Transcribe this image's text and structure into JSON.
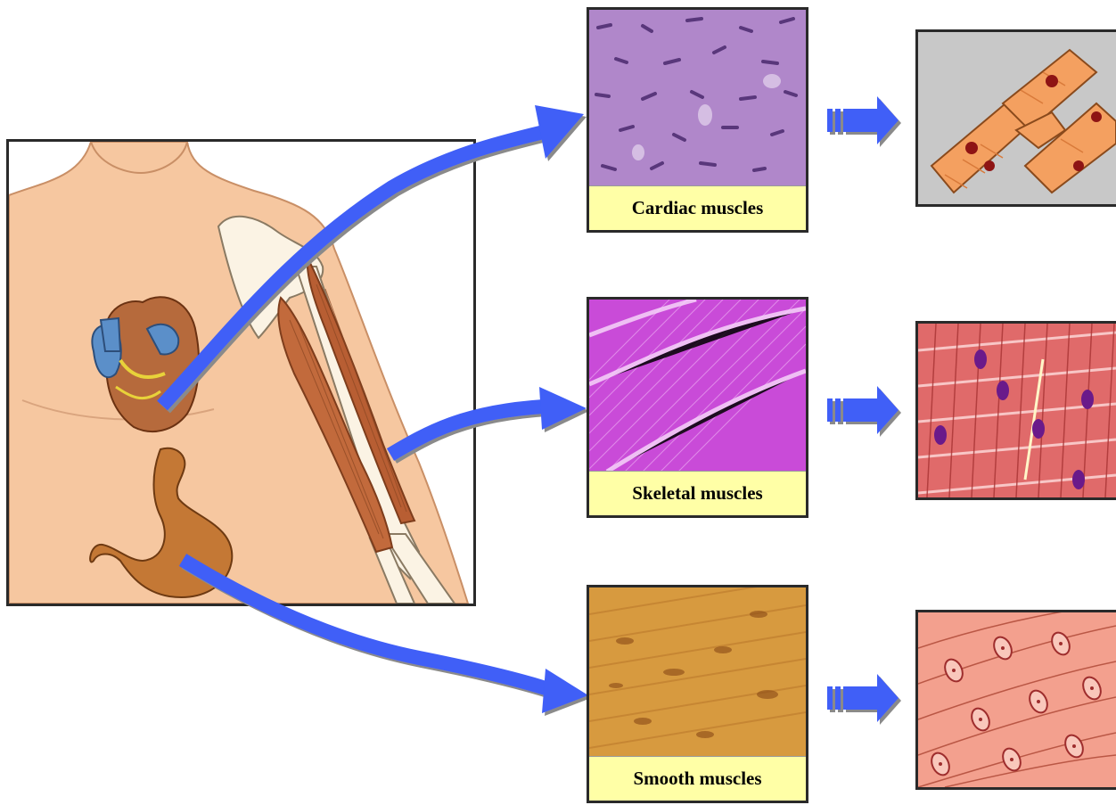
{
  "panels": [
    {
      "id": "cardiac",
      "label": "Cardiac muscles"
    },
    {
      "id": "skeletal",
      "label": "Skeletal muscles"
    },
    {
      "id": "smooth",
      "label": "Smooth muscles"
    }
  ],
  "colors": {
    "arrow": "#3f5ff7",
    "label_bg": "#ffffa6",
    "skin": "#f6c7a0",
    "cardiac_tissue": "#a77ac4",
    "skeletal_tissue": "#c94bd8",
    "smooth_tissue": "#d79a3f"
  }
}
